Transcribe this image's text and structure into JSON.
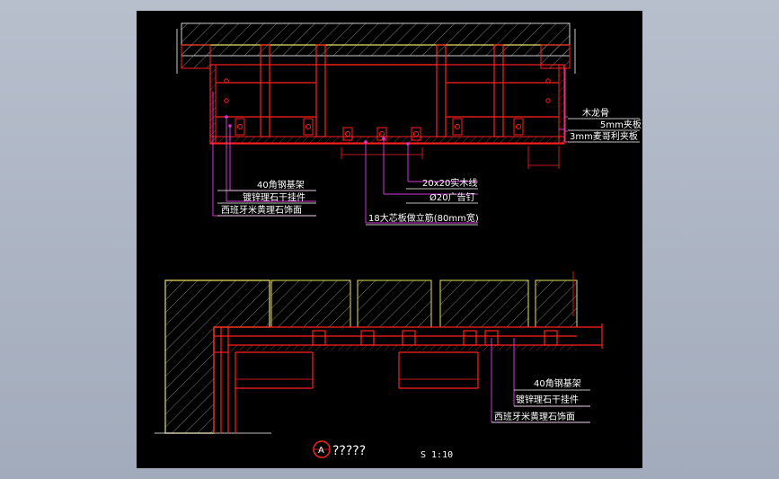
{
  "upper": {
    "labels_right": [
      "木龙骨",
      "5mm夹板",
      "3mm麦哥利夹板"
    ],
    "labels_bottom_right": [
      "20x20实木线",
      "Ø20广告钉",
      "18大芯板做立筋(80mm宽)"
    ],
    "labels_bottom_left": [
      "40角钢基架",
      "镀锌理石干挂件",
      "西班牙米黄理石饰面"
    ]
  },
  "lower": {
    "labels": [
      "40角钢基架",
      "镀锌理石干挂件",
      "西班牙米黄理石饰面"
    ]
  },
  "title": {
    "marker": "A",
    "text": "?????",
    "scale": "S 1:10"
  },
  "colors": {
    "background": "#000000",
    "outline_red": "#ff2020",
    "hatch_yellow": "#e8e060",
    "leader_magenta": "#d03ad0",
    "text_white": "#ffffff",
    "hatch_white": "#c8c8c8"
  }
}
